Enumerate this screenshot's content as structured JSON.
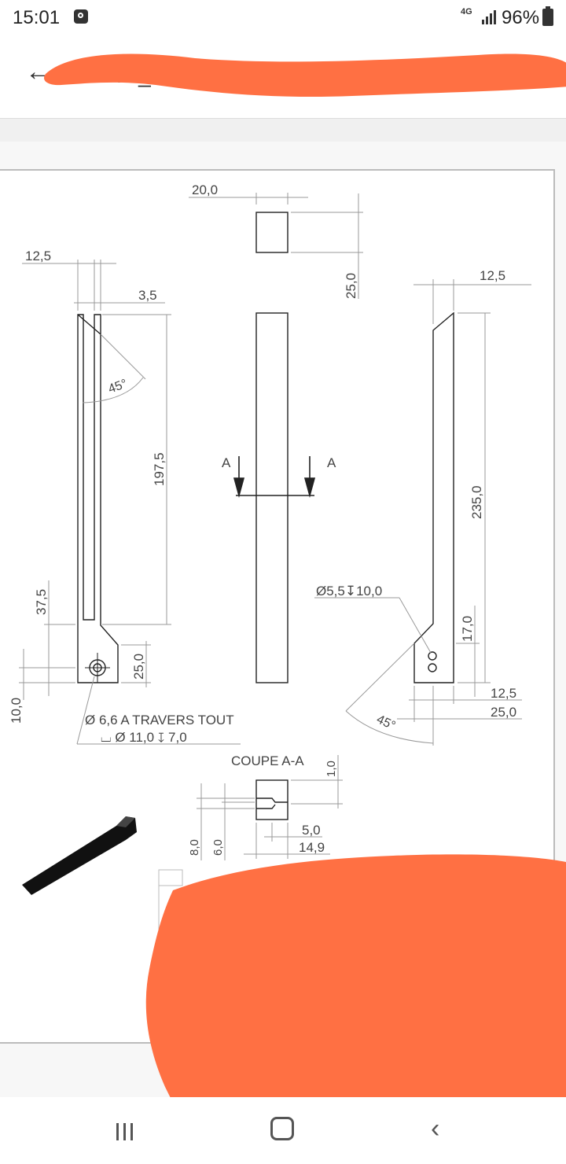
{
  "status": {
    "time": "15:01",
    "network": "4G",
    "battery": "96%"
  },
  "app_bar": {
    "title": "PIE_...IBL"
  },
  "drawing": {
    "dims": {
      "d20": "20,0",
      "d25_top": "25,0",
      "d12_5_left": "12,5",
      "d3_5": "3,5",
      "d45_left": "45°",
      "d197_5": "197,5",
      "d37_5": "37,5",
      "d25_left": "25,0",
      "d10": "10,0",
      "hole_note_1": "Ø 6,6 A TRAVERS TOUT",
      "hole_note_2": "⌴ Ø 11,0 ↧ 7,0",
      "d12_5_right_top": "12,5",
      "d235": "235,0",
      "hole_note_right": "Ø5,5↧10,0",
      "d17": "17,0",
      "d12_5_right_bot": "12,5",
      "d25_right_bot": "25,0",
      "d45_right": "45°",
      "section_label_a1": "A",
      "section_label_a2": "A",
      "section_title": "COUPE A-A",
      "d1": "1,0",
      "d8": "8,0",
      "d6": "6,0",
      "d5": "5,0",
      "d14_9": "14,9"
    }
  },
  "colors": {
    "redaction": "#ff7043",
    "line": "#222222"
  },
  "icons": [
    "back-arrow-icon",
    "alarm-icon",
    "signal-icon",
    "battery-icon",
    "recent-apps-icon",
    "home-icon",
    "nav-back-icon"
  ]
}
